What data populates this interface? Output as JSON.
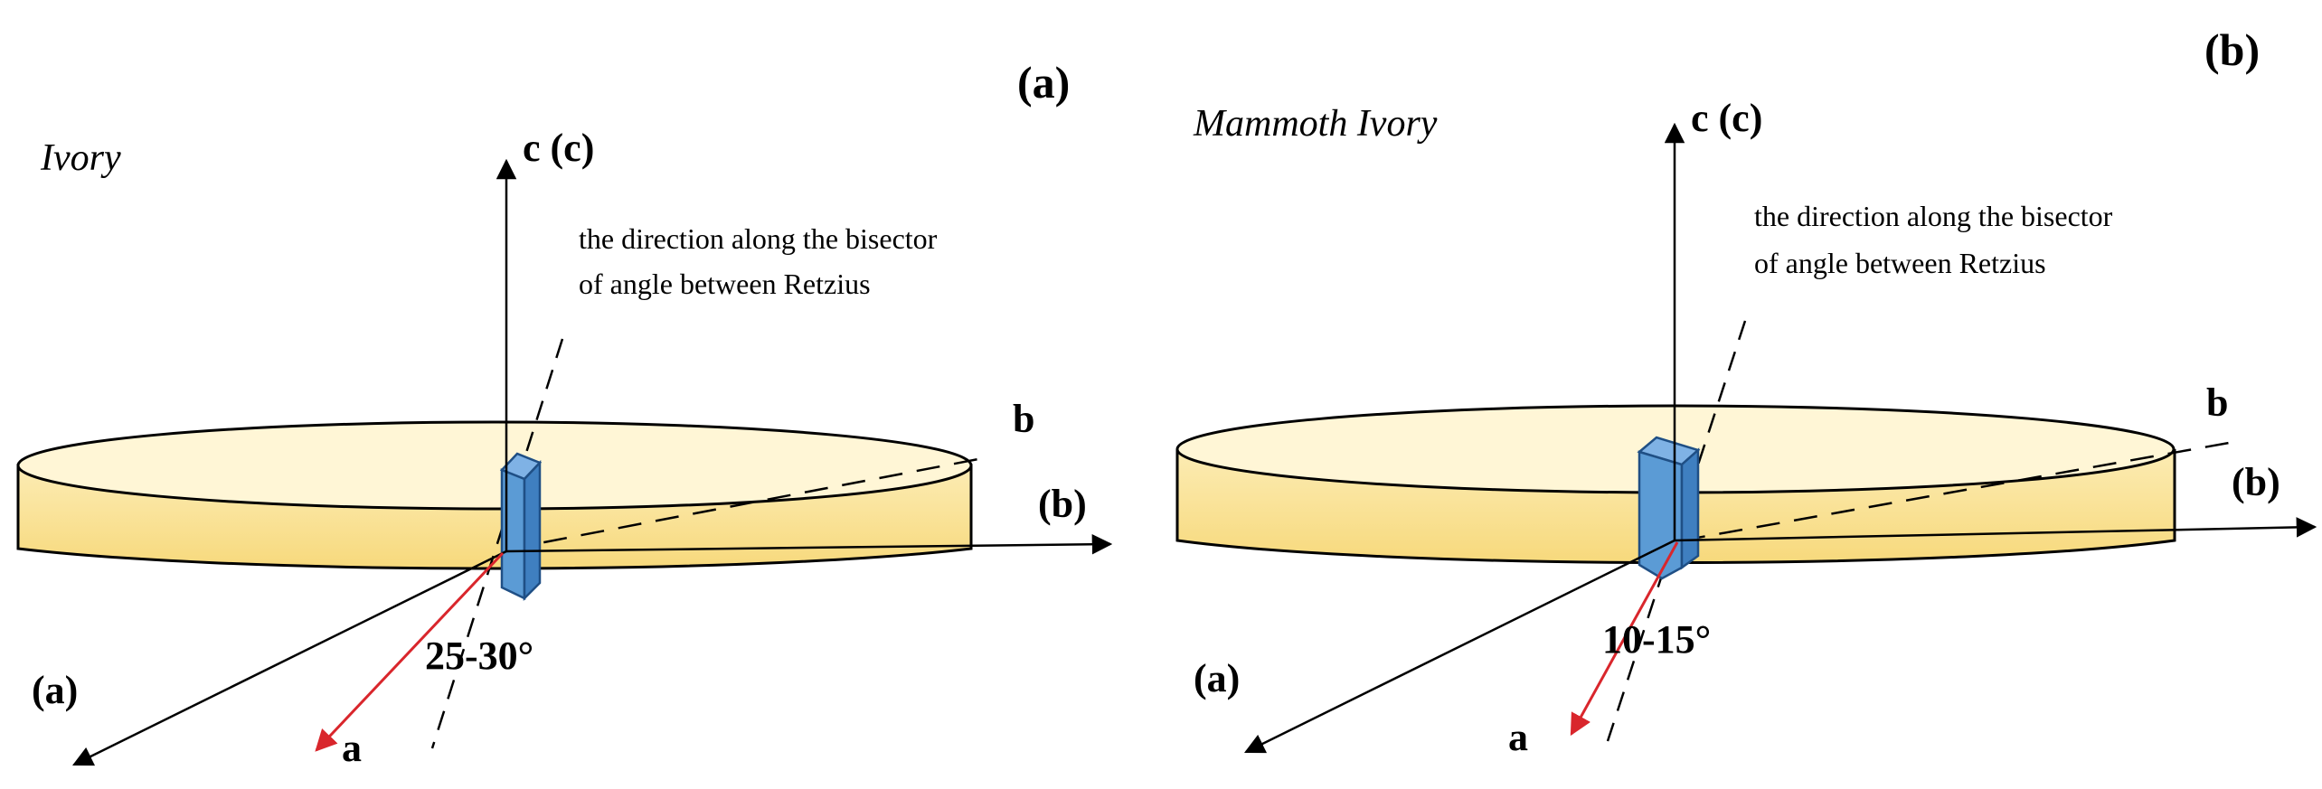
{
  "panels": [
    {
      "letter": "(a)",
      "material": "Ivory",
      "note_line1": "the direction along the bisector",
      "note_line2": "of angle between Retzius",
      "c_label": "c (c)",
      "b_label": "b",
      "b_paren_label": "(b)",
      "a_paren_label": "(a)",
      "a_label": "a",
      "angle": "25-30°"
    },
    {
      "letter": "(b)",
      "material": "Mammoth Ivory",
      "note_line1": "the direction along the bisector",
      "note_line2": "of angle between Retzius",
      "c_label": "c (c)",
      "b_label": "b",
      "b_paren_label": "(b)",
      "a_paren_label": "(a)",
      "a_label": "a",
      "angle": "10-15°"
    }
  ],
  "colors": {
    "disk_fill_top": "#fff8dc",
    "disk_fill_side": "#fae39a",
    "crystal": "#5b9bd5",
    "crystal_dark": "#2f6fae",
    "red_axis": "#d9262c",
    "line": "#000000"
  }
}
